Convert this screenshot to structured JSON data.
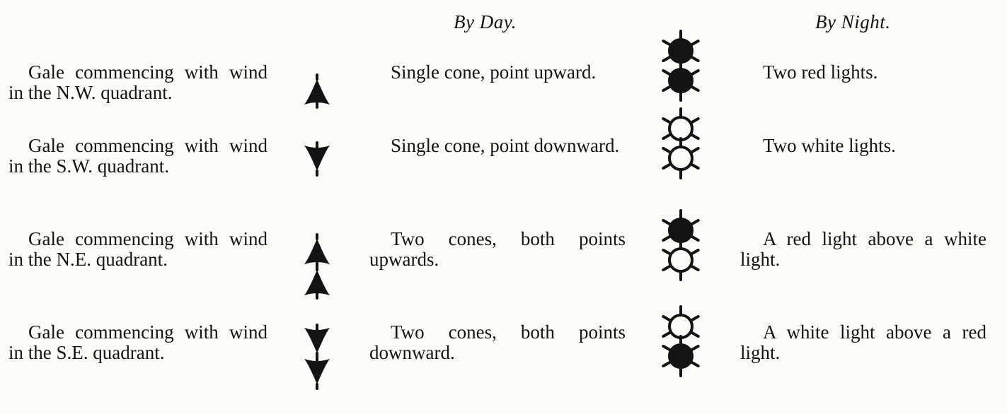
{
  "headers": {
    "by_day": "By Day.",
    "by_night": "By Night."
  },
  "signals": [
    {
      "description": "Gale commencing with wind in the N.W. quadrant.",
      "day_signal": "Single cone, point upward.",
      "night_signal": "Two red lights.",
      "cones": [
        "up"
      ],
      "lights": [
        "red",
        "red"
      ]
    },
    {
      "description": "Gale commencing with wind in the S.W. quadrant.",
      "day_signal": "Single cone, point downward.",
      "night_signal": "Two white lights.",
      "cones": [
        "down"
      ],
      "lights": [
        "white",
        "white"
      ]
    },
    {
      "description": "Gale commencing with wind in the N.E. quadrant.",
      "day_signal": "Two cones, both points upwards.",
      "night_signal": "A red light above a white light.",
      "cones": [
        "up",
        "up"
      ],
      "lights": [
        "red",
        "white"
      ]
    },
    {
      "description": "Gale commencing with wind in the S.E. quadrant.",
      "day_signal": "Two cones, both points downward.",
      "night_signal": "A white light above a red light.",
      "cones": [
        "down",
        "down"
      ],
      "lights": [
        "white",
        "red"
      ]
    }
  ],
  "colors": {
    "ink": "#141414",
    "paper": "#fbfbf9"
  }
}
